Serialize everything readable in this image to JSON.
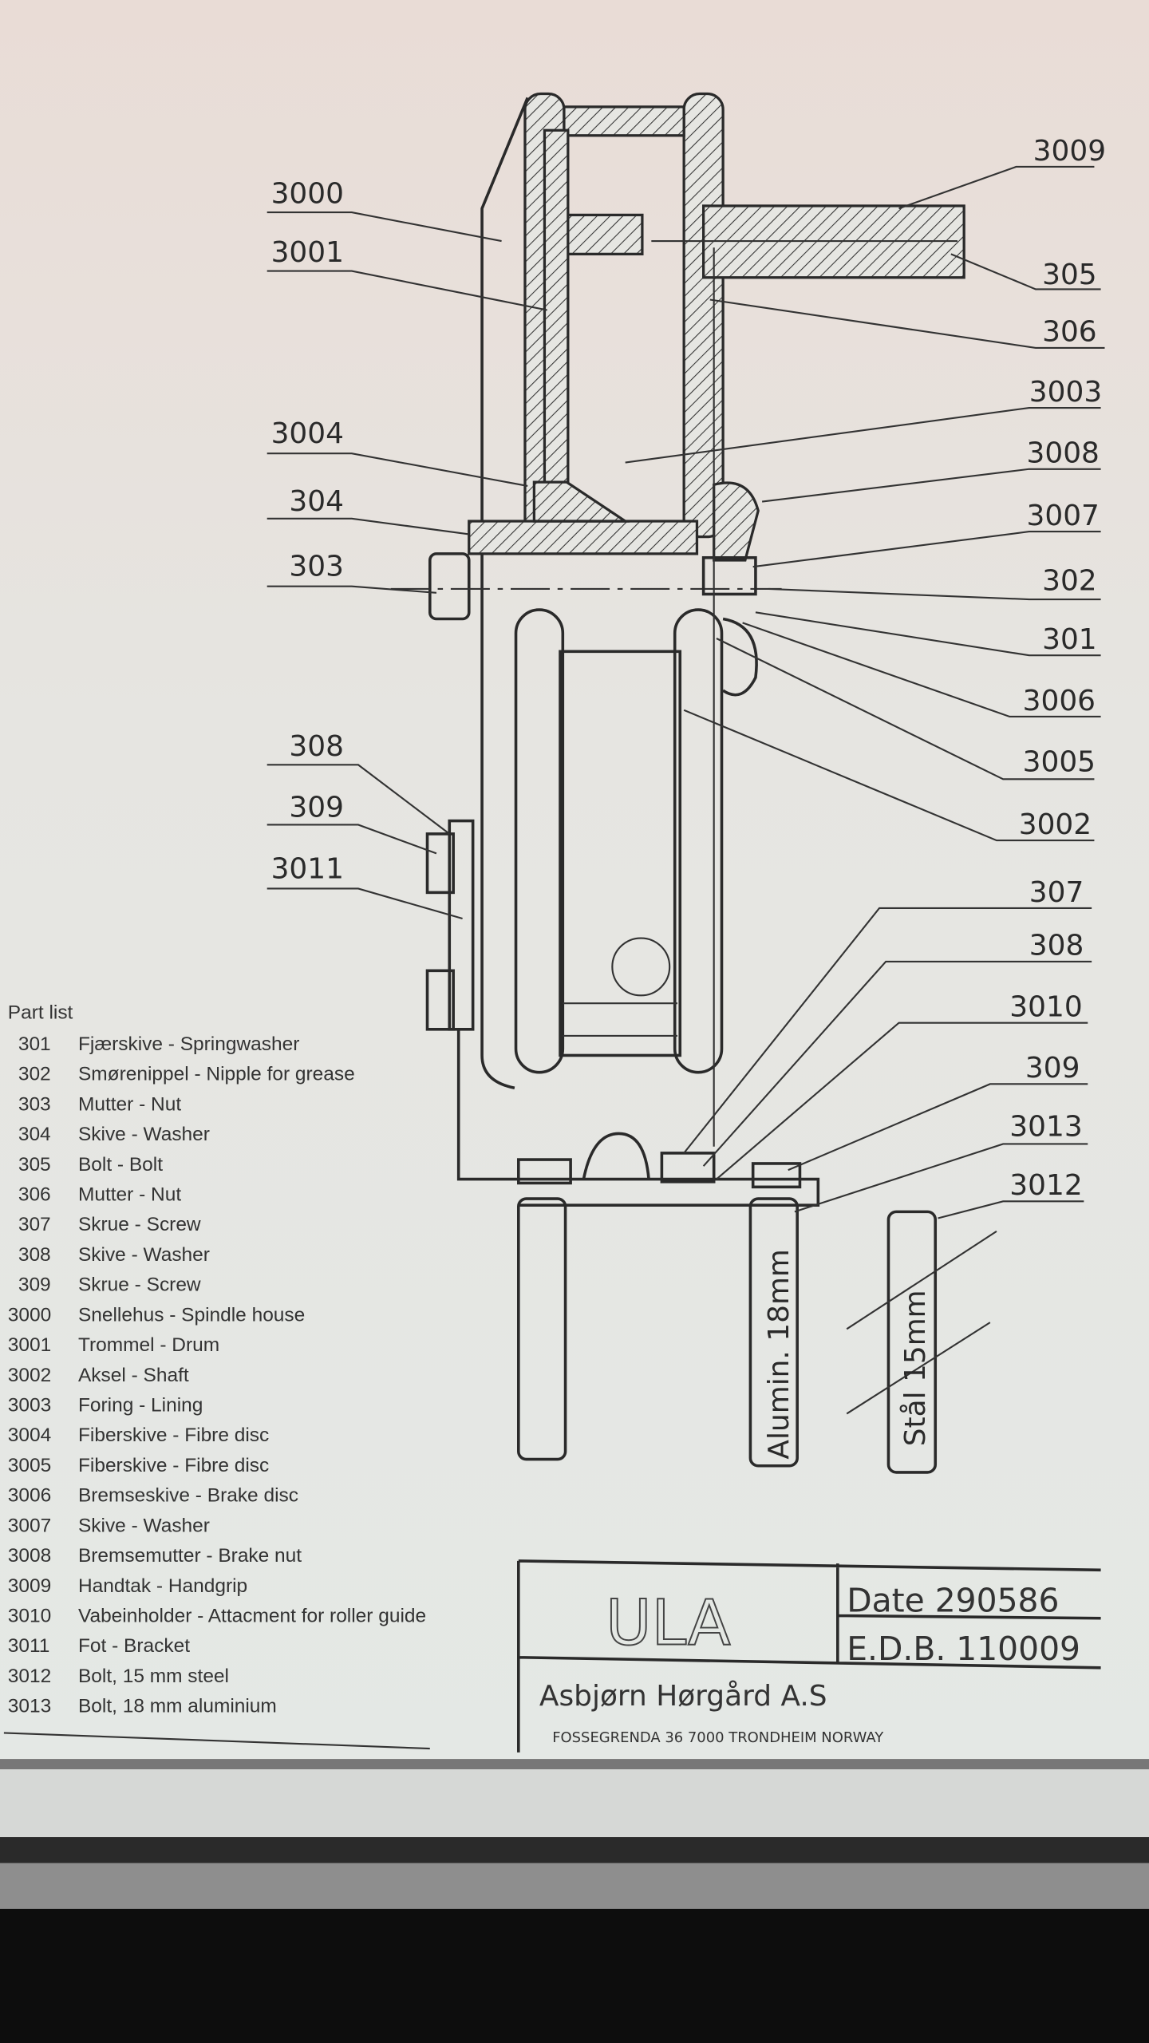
{
  "drawing": {
    "callouts_left": [
      "3000",
      "3001",
      "3004",
      "304",
      "303",
      "308",
      "309",
      "3011"
    ],
    "callouts_right": [
      "3009",
      "305",
      "306",
      "3003",
      "3008",
      "3007",
      "302",
      "301",
      "3006",
      "3005",
      "3002",
      "307",
      "308",
      "3010",
      "309",
      "3013",
      "3012"
    ],
    "bolt_aluminium_label": "Alumin. 18mm",
    "bolt_steel_label": "Stål 15mm"
  },
  "part_list": {
    "title": "Part list",
    "items": [
      {
        "no": "301",
        "desc": "Fjærskive - Springwasher"
      },
      {
        "no": "302",
        "desc": "Smørenippel - Nipple for grease"
      },
      {
        "no": "303",
        "desc": "Mutter - Nut"
      },
      {
        "no": "304",
        "desc": "Skive - Washer"
      },
      {
        "no": "305",
        "desc": "Bolt - Bolt"
      },
      {
        "no": "306",
        "desc": "Mutter - Nut"
      },
      {
        "no": "307",
        "desc": "Skrue - Screw"
      },
      {
        "no": "308",
        "desc": "Skive - Washer"
      },
      {
        "no": "309",
        "desc": "Skrue - Screw"
      },
      {
        "no": "3000",
        "desc": "Snellehus - Spindle house"
      },
      {
        "no": "3001",
        "desc": "Trommel - Drum"
      },
      {
        "no": "3002",
        "desc": "Aksel - Shaft"
      },
      {
        "no": "3003",
        "desc": "Foring - Lining"
      },
      {
        "no": "3004",
        "desc": "Fiberskive - Fibre disc"
      },
      {
        "no": "3005",
        "desc": "Fiberskive - Fibre disc"
      },
      {
        "no": "3006",
        "desc": "Bremseskive - Brake disc"
      },
      {
        "no": "3007",
        "desc": "Skive - Washer"
      },
      {
        "no": "3008",
        "desc": "Bremsemutter - Brake nut"
      },
      {
        "no": "3009",
        "desc": "Handtak - Handgrip"
      },
      {
        "no": "3010",
        "desc": "Vabeinholder - Attacment for roller guide"
      },
      {
        "no": "3011",
        "desc": "Fot - Bracket"
      },
      {
        "no": "3012",
        "desc": "Bolt, 15 mm steel"
      },
      {
        "no": "3013",
        "desc": "Bolt, 18 mm aluminium"
      }
    ]
  },
  "title_block": {
    "product": "ULA",
    "date": "Date 290586",
    "edb": "E.D.B. 110009",
    "company": "Asbjørn Hørgård A.S",
    "address": "FOSSEGRENDA 36   7000 TRONDHEIM   NORWAY"
  }
}
